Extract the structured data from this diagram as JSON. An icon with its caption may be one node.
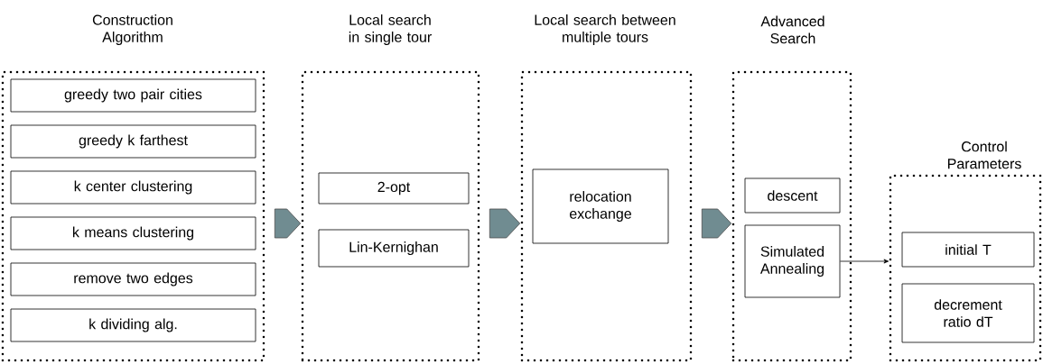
{
  "diagram": {
    "nodes": [
      {
        "text": [
          "Construction Algorithm"
        ]
      },
      {
        "text": [
          "greedy two pair cities"
        ],
        "in": 0
      },
      {
        "text": [
          "greedy k farthest"
        ],
        "in": 0
      },
      {
        "text": [
          "k center clustering"
        ],
        "in": 0
      },
      {
        "text": [
          "k means clustering"
        ],
        "in": 0
      },
      {
        "text": [
          "remove two edges"
        ],
        "in": 0
      },
      {
        "text": [
          "k dividing alg."
        ],
        "in": 0
      },
      {
        "text": [
          "Local search in single tour"
        ]
      },
      {
        "text": [
          "2-opt"
        ],
        "in": 7
      },
      {
        "text": [
          "Lin-Kernighan"
        ],
        "in": 7
      },
      {
        "text": [
          "Local search between multiple tours"
        ]
      },
      {
        "text": [
          "relocation exchange"
        ],
        "in": 10
      },
      {
        "text": [
          "Advanced Search"
        ]
      },
      {
        "text": [
          "descent"
        ],
        "in": 12
      },
      {
        "text": [
          "Simulated Annealing"
        ],
        "in": 12
      },
      {
        "text": [
          "Control Parameters"
        ]
      },
      {
        "text": [
          "initial T"
        ],
        "in": 15
      },
      {
        "text": [
          "decrement ratio dT"
        ],
        "in": 15
      }
    ],
    "edges": [
      {
        "from": 0,
        "to": 7,
        "arrow": "to",
        "style": "thick"
      },
      {
        "from": 7,
        "to": 10,
        "arrow": "to",
        "style": "thick"
      },
      {
        "from": 10,
        "to": 12,
        "arrow": "to",
        "style": "thick"
      },
      {
        "from": 14,
        "to": 15,
        "arrow": "to"
      }
    ]
  }
}
